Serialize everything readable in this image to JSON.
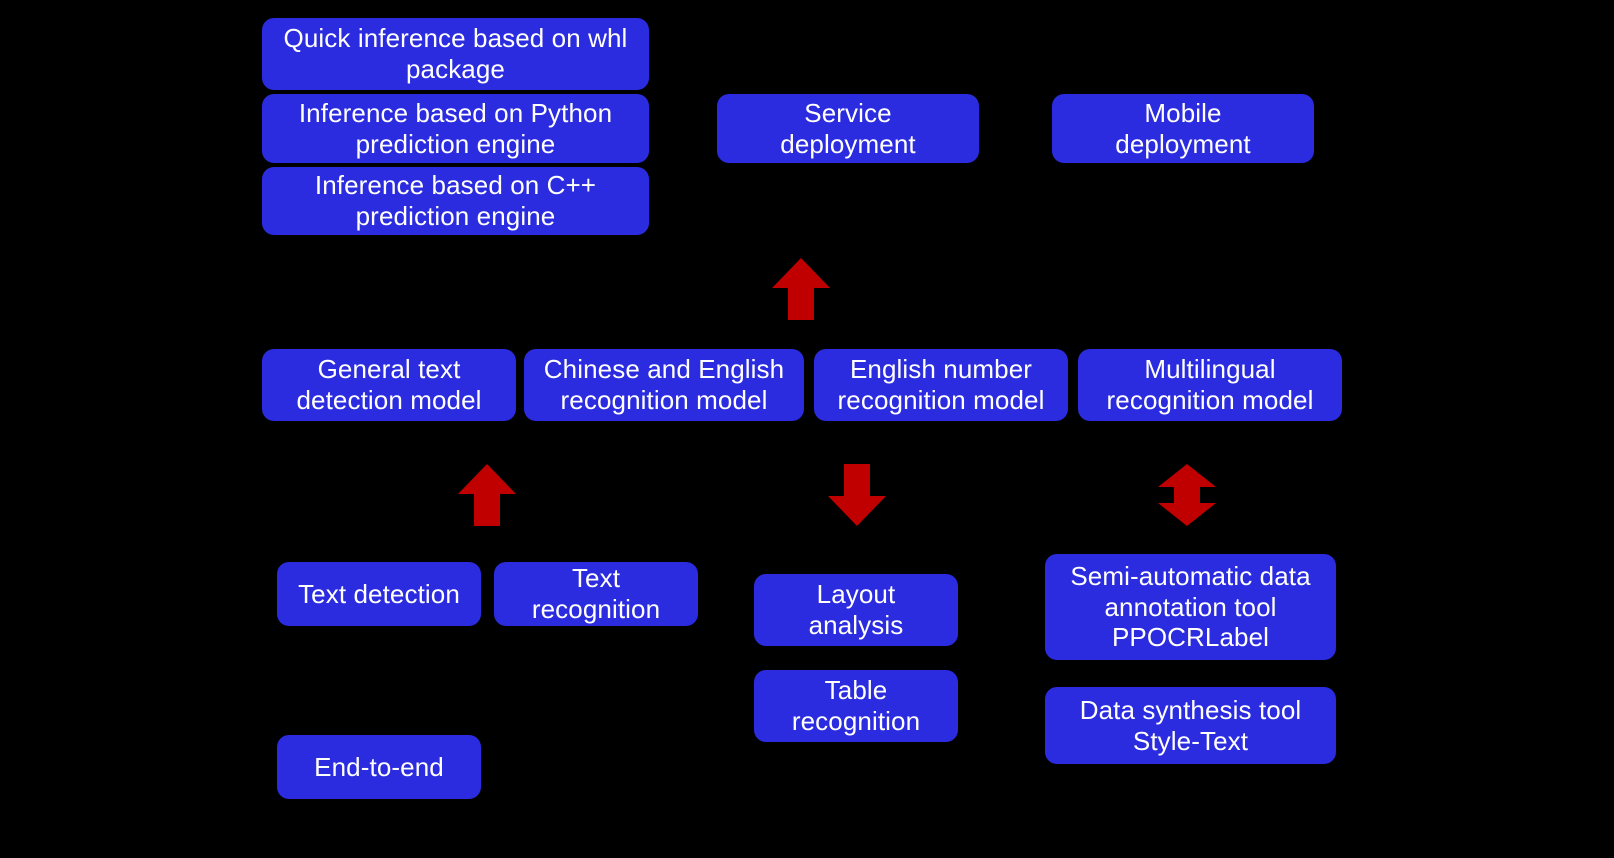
{
  "diagram": {
    "title": "PaddleOCR capability overview diagram",
    "background_color": "#000000",
    "node_color": "#2B2BE0",
    "node_text_color": "#FFFFFF",
    "arrow_color": "#C00000",
    "deployment_group": {
      "inference_boxes": [
        {
          "label": "Quick inference based on whl\npackage"
        },
        {
          "label": "Inference based on Python\nprediction engine"
        },
        {
          "label": "Inference based on C++\nprediction engine"
        }
      ],
      "service_deployment": {
        "label": "Service\ndeployment"
      },
      "mobile_deployment": {
        "label": "Mobile\ndeployment"
      }
    },
    "model_row": [
      {
        "label": "General text\ndetection model"
      },
      {
        "label": "Chinese and English\nrecognition model"
      },
      {
        "label": "English number\nrecognition model"
      },
      {
        "label": "Multilingual\nrecognition model"
      }
    ],
    "capability_groups": {
      "ocr_basics": [
        {
          "label": "Text detection"
        },
        {
          "label": "Text\nrecognition"
        },
        {
          "label": "End-to-end"
        }
      ],
      "document_analysis": [
        {
          "label": "Layout\nanalysis"
        },
        {
          "label": "Table\nrecognition"
        }
      ],
      "data_tools": [
        {
          "label": "Semi-automatic data\nannotation tool\nPPOCRLabel"
        },
        {
          "label": "Data synthesis tool\nStyle-Text"
        }
      ]
    },
    "arrows": [
      {
        "name": "arrow-up-to-deployment",
        "direction": "up"
      },
      {
        "name": "arrow-up-detection-to-model",
        "direction": "up"
      },
      {
        "name": "arrow-down-model-to-layout",
        "direction": "down"
      },
      {
        "name": "arrow-updown-model-to-tools",
        "direction": "up-down"
      }
    ]
  }
}
